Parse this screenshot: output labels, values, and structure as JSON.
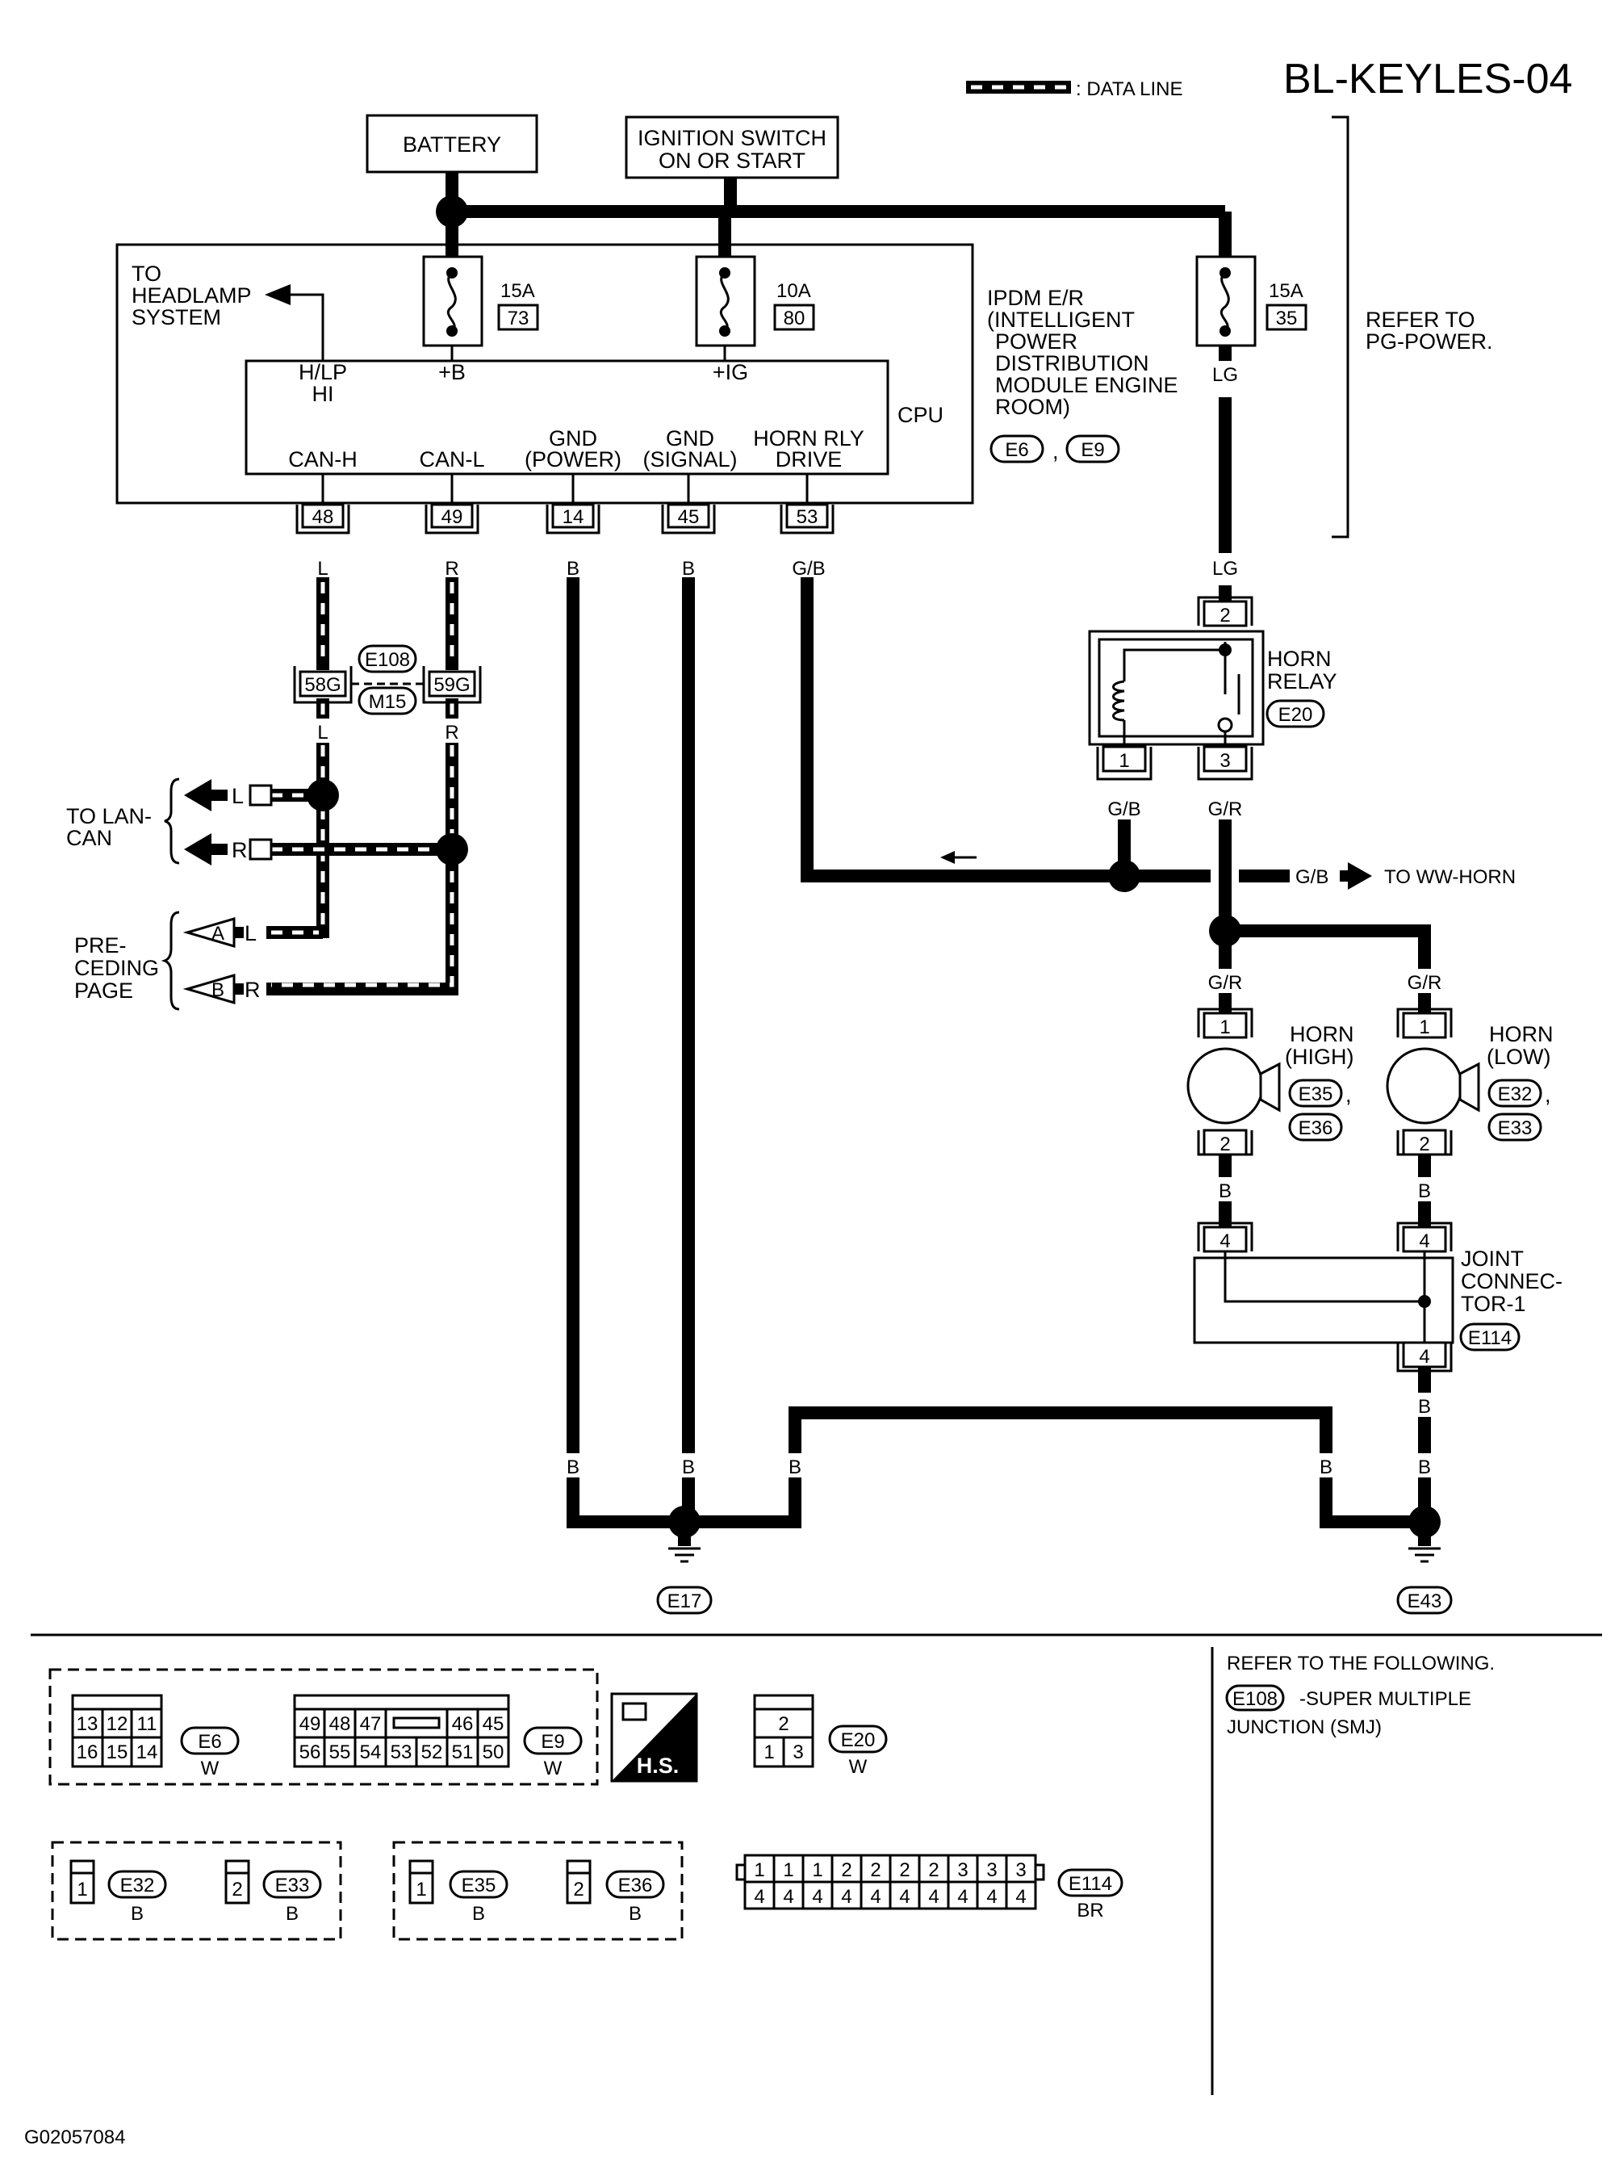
{
  "title": "BL-KEYLES-04",
  "legend": {
    "data_line": ": DATA LINE"
  },
  "footer_code": "G02057084",
  "battery": "BATTERY",
  "ignition": {
    "line1": "IGNITION SWITCH",
    "line2": "ON OR START"
  },
  "to_headlamp": [
    "TO",
    "HEADLAMP",
    "SYSTEM"
  ],
  "fuses": [
    {
      "amp": "15A",
      "num": "73"
    },
    {
      "amp": "10A",
      "num": "80"
    },
    {
      "amp": "15A",
      "num": "35"
    }
  ],
  "ipdm": {
    "lines": [
      "IPDM E/R",
      "(INTELLIGENT",
      "POWER",
      "DISTRIBUTION",
      "MODULE ENGINE",
      "ROOM)"
    ],
    "connectors": [
      "E6",
      "E9"
    ],
    "sep": ","
  },
  "refer_pg": [
    "REFER TO",
    "PG-POWER."
  ],
  "cpu": {
    "label": "CPU",
    "hlp": [
      "H/LP",
      "HI"
    ],
    "pb": "+B",
    "pig": "+IG",
    "pins": [
      {
        "name": [
          "CAN-H"
        ],
        "num": "48",
        "color": "L"
      },
      {
        "name": [
          "CAN-L"
        ],
        "num": "49",
        "color": "R"
      },
      {
        "name": [
          "GND",
          "(POWER)"
        ],
        "num": "14",
        "color": "B"
      },
      {
        "name": [
          "GND",
          "(SIGNAL)"
        ],
        "num": "45",
        "color": "B"
      },
      {
        "name": [
          "HORN RLY",
          "DRIVE"
        ],
        "num": "53",
        "color": "G/B"
      }
    ]
  },
  "smj": {
    "pins": [
      "58G",
      "59G"
    ],
    "connectors": [
      "E108",
      "M15"
    ]
  },
  "wire_colors": {
    "lg": "LG",
    "l": "L",
    "r": "R",
    "gb": "G/B",
    "gr": "G/R",
    "b": "B"
  },
  "to_lan": [
    "TO  LAN-",
    "CAN"
  ],
  "preceding": {
    "lines": [
      "PRE-",
      "CEDING",
      "PAGE"
    ],
    "a": "A",
    "b": "B"
  },
  "horn_relay": {
    "lines": [
      "HORN",
      "RELAY"
    ],
    "connector": "E20",
    "pins": [
      "2",
      "1",
      "3"
    ]
  },
  "to_ww_horn": "TO WW-HORN",
  "horn_high": {
    "lines": [
      "HORN",
      "(HIGH)"
    ],
    "connectors": [
      "E35",
      "E36"
    ],
    "pins": [
      "1",
      "2"
    ]
  },
  "horn_low": {
    "lines": [
      "HORN",
      "(LOW)"
    ],
    "connectors": [
      "E32",
      "E33"
    ],
    "pins": [
      "1",
      "2"
    ]
  },
  "joint": {
    "lines": [
      "JOINT",
      "CONNEC-",
      "TOR-1"
    ],
    "connector": "E114",
    "pins": [
      "4",
      "4",
      "4"
    ]
  },
  "grounds": [
    "E17",
    "E43"
  ],
  "refer_following": {
    "line1": "REFER TO THE FOLLOWING.",
    "connector": "E108",
    "text1": "-SUPER MULTIPLE",
    "text2": "JUNCTION (SMJ)"
  },
  "conn_views": {
    "e6": {
      "id": "E6",
      "color": "W",
      "top": [
        "13",
        "12",
        "11"
      ],
      "bottom": [
        "16",
        "15",
        "14"
      ]
    },
    "e9": {
      "id": "E9",
      "color": "W",
      "top": [
        "49",
        "48",
        "47",
        "46",
        "45"
      ],
      "bottom": [
        "56",
        "55",
        "54",
        "53",
        "52",
        "51",
        "50"
      ]
    },
    "hs": "H.S.",
    "e20": {
      "id": "E20",
      "color": "W",
      "top": "2",
      "bottom": [
        "1",
        "3"
      ]
    },
    "e32": {
      "id": "E32",
      "color": "B",
      "pin": "1"
    },
    "e33": {
      "id": "E33",
      "color": "B",
      "pin": "2"
    },
    "e35": {
      "id": "E35",
      "color": "B",
      "pin": "1"
    },
    "e36": {
      "id": "E36",
      "color": "B",
      "pin": "2"
    },
    "e114": {
      "id": "E114",
      "color": "BR",
      "top": [
        "1",
        "1",
        "1",
        "2",
        "2",
        "2",
        "2",
        "3",
        "3",
        "3"
      ],
      "bottom": [
        "4",
        "4",
        "4",
        "4",
        "4",
        "4",
        "4",
        "4",
        "4",
        "4"
      ]
    }
  }
}
